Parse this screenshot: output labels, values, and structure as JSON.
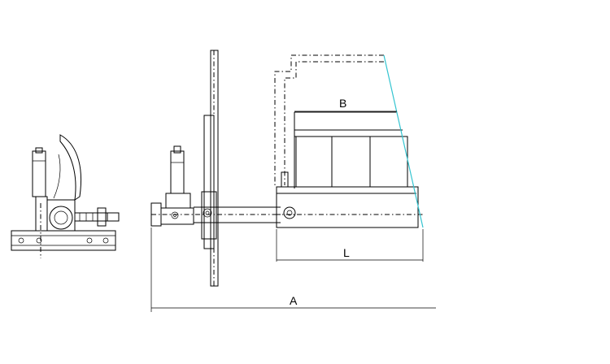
{
  "dimensions": {
    "A": "A",
    "B": "B",
    "L": "L"
  },
  "colors": {
    "line": "#000000",
    "edge": "#33c4d0",
    "background": "#ffffff"
  }
}
